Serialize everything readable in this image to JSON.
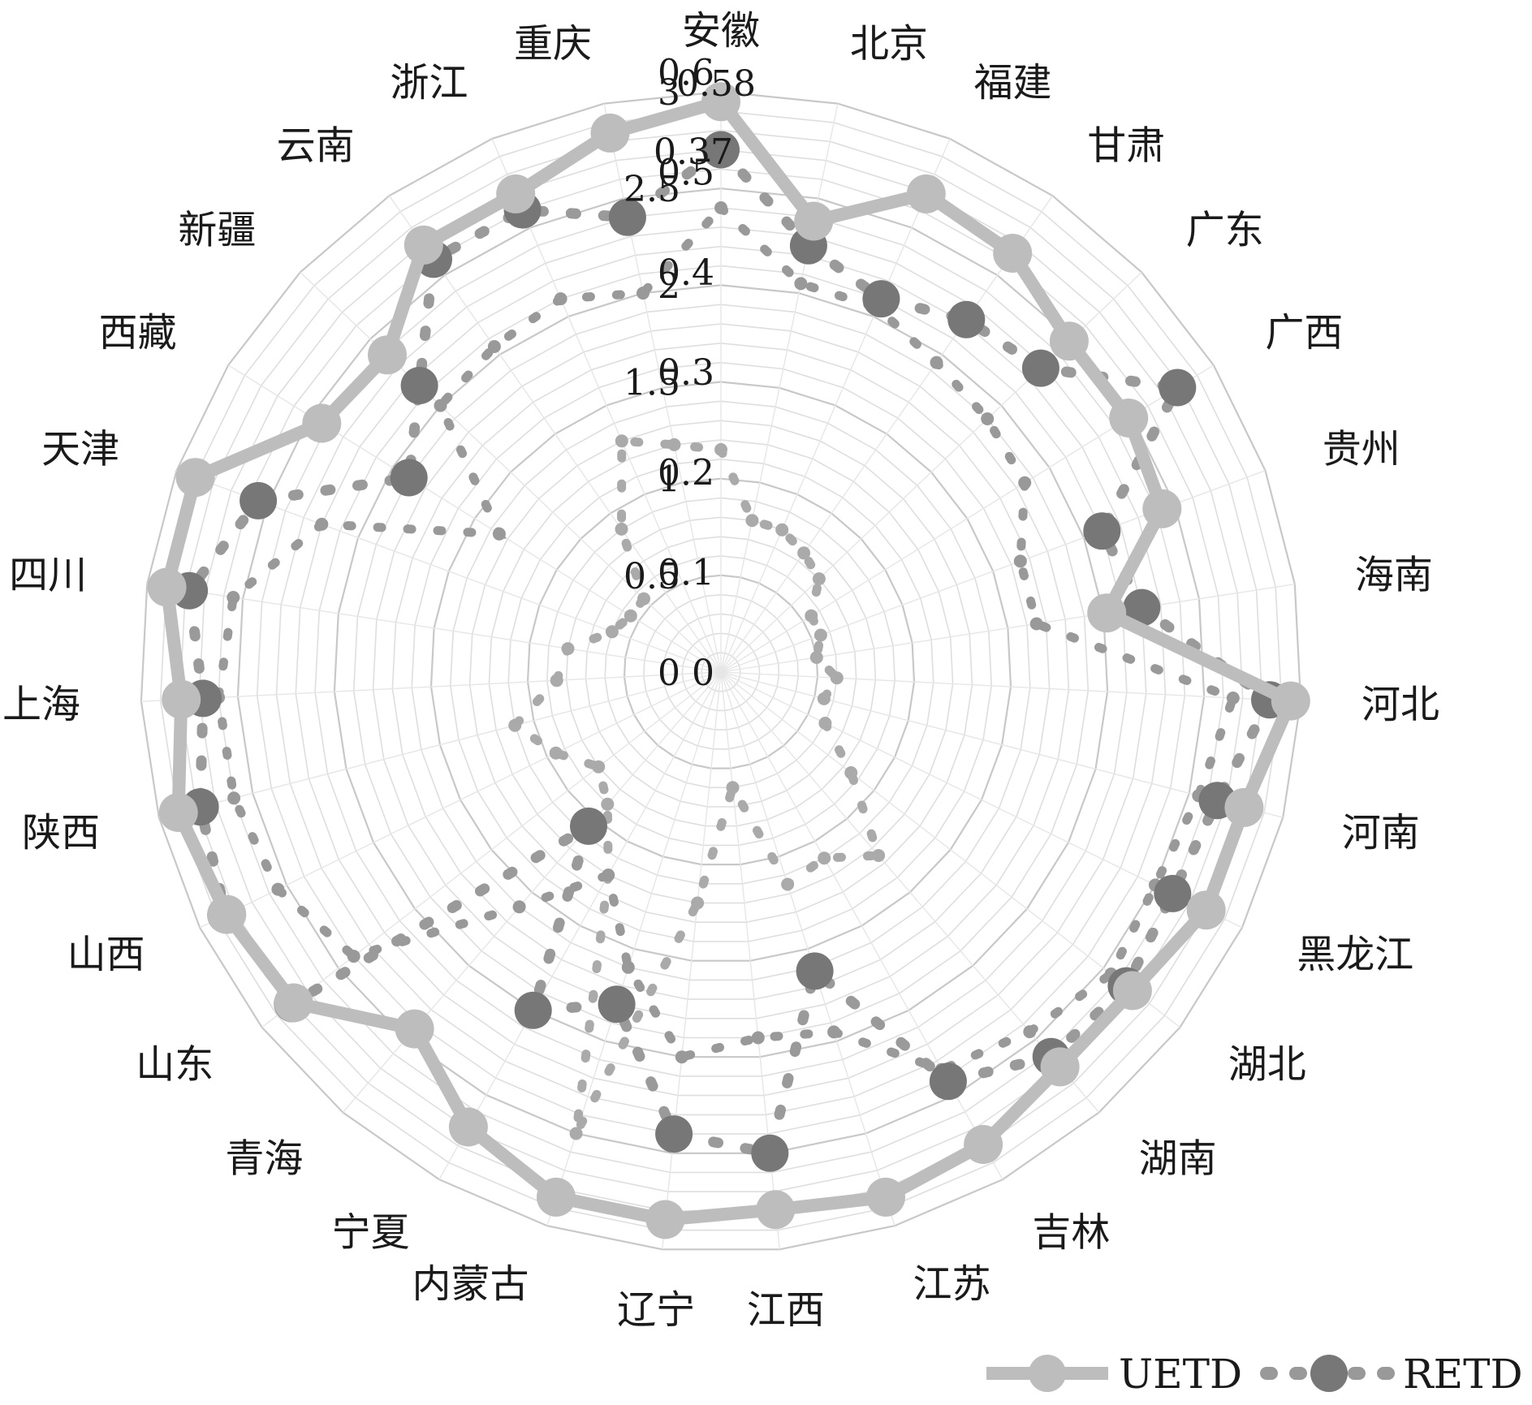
{
  "chart_data": {
    "type": "radar",
    "categories": [
      "安徽",
      "北京",
      "福建",
      "甘肃",
      "广东",
      "广西",
      "贵州",
      "海南",
      "河北",
      "河南",
      "黑龙江",
      "湖北",
      "湖南",
      "吉林",
      "江苏",
      "江西",
      "辽宁",
      "内蒙古",
      "宁夏",
      "青海",
      "山东",
      "山西",
      "陕西",
      "上海",
      "四川",
      "天津",
      "西藏",
      "新疆",
      "云南",
      "浙江",
      "重庆"
    ],
    "axes": [
      {
        "name": "UETD",
        "range": [
          0,
          0.58
        ],
        "tick_labels": [
          "0",
          "0.1",
          "0.2",
          "0.3",
          "0.4",
          "0.5",
          "0.6",
          "0.58"
        ]
      },
      {
        "name": "RETD",
        "range": [
          0,
          3
        ],
        "tick_labels": [
          "0",
          "0.5",
          "1",
          "1.5",
          "2",
          "2.5",
          "3"
        ]
      }
    ],
    "extra_tick_labels": [
      "0.37"
    ],
    "grid": true,
    "legend": "bottom-right",
    "series": [
      {
        "name": "UETD",
        "color": "#bdbdbd",
        "line": "solid",
        "marker": "large-circle",
        "values": [
          0.57,
          0.46,
          0.52,
          0.51,
          0.48,
          0.48,
          0.47,
          0.39,
          0.57,
          0.54,
          0.54,
          0.52,
          0.52,
          0.54,
          0.55,
          0.54,
          0.55,
          0.55,
          0.52,
          0.47,
          0.54,
          0.55,
          0.56,
          0.54,
          0.56,
          0.56,
          0.47,
          0.46,
          0.52,
          0.52,
          0.55
        ]
      },
      {
        "name": "RETD",
        "color": "#777777",
        "line": "dotted",
        "marker": "large-circle",
        "values": [
          2.7,
          2.25,
          2.1,
          2.22,
          2.28,
          2.78,
          2.1,
          2.2,
          2.84,
          2.65,
          2.6,
          2.65,
          2.62,
          2.42,
          1.62,
          2.5,
          2.4,
          1.8,
          2.0,
          1.05,
          2.8,
          2.85,
          2.78,
          2.68,
          2.78,
          2.55,
          1.9,
          2.15,
          2.6,
          2.6,
          2.4
        ]
      },
      {
        "name": "",
        "color": "#999999",
        "line": "dotted",
        "marker": "small-dot",
        "values": [
          2.4,
          2.05,
          2.05,
          1.95,
          1.9,
          1.85,
          1.65,
          1.65,
          2.65,
          2.55,
          2.5,
          2.55,
          2.45,
          2.35,
          1.95,
          1.9,
          2.0,
          1.6,
          1.2,
          1.6,
          2.4,
          2.55,
          2.6,
          2.6,
          2.55,
          2.2,
          1.35,
          2.0,
          2.05,
          2.1,
          2.0
        ]
      },
      {
        "name": "",
        "color": "#aaaaaa",
        "line": "dotted",
        "marker": "small-dot",
        "values": [
          1.15,
          0.8,
          0.8,
          0.75,
          0.7,
          0.55,
          0.55,
          0.5,
          0.6,
          0.55,
          0.6,
          0.85,
          1.25,
          1.1,
          1.15,
          0.6,
          1.2,
          2.5,
          1.2,
          0.9,
          0.8,
          0.95,
          1.1,
          0.85,
          0.8,
          0.6,
          0.55,
          0.55,
          0.9,
          1.3,
          1.2
        ]
      }
    ]
  }
}
